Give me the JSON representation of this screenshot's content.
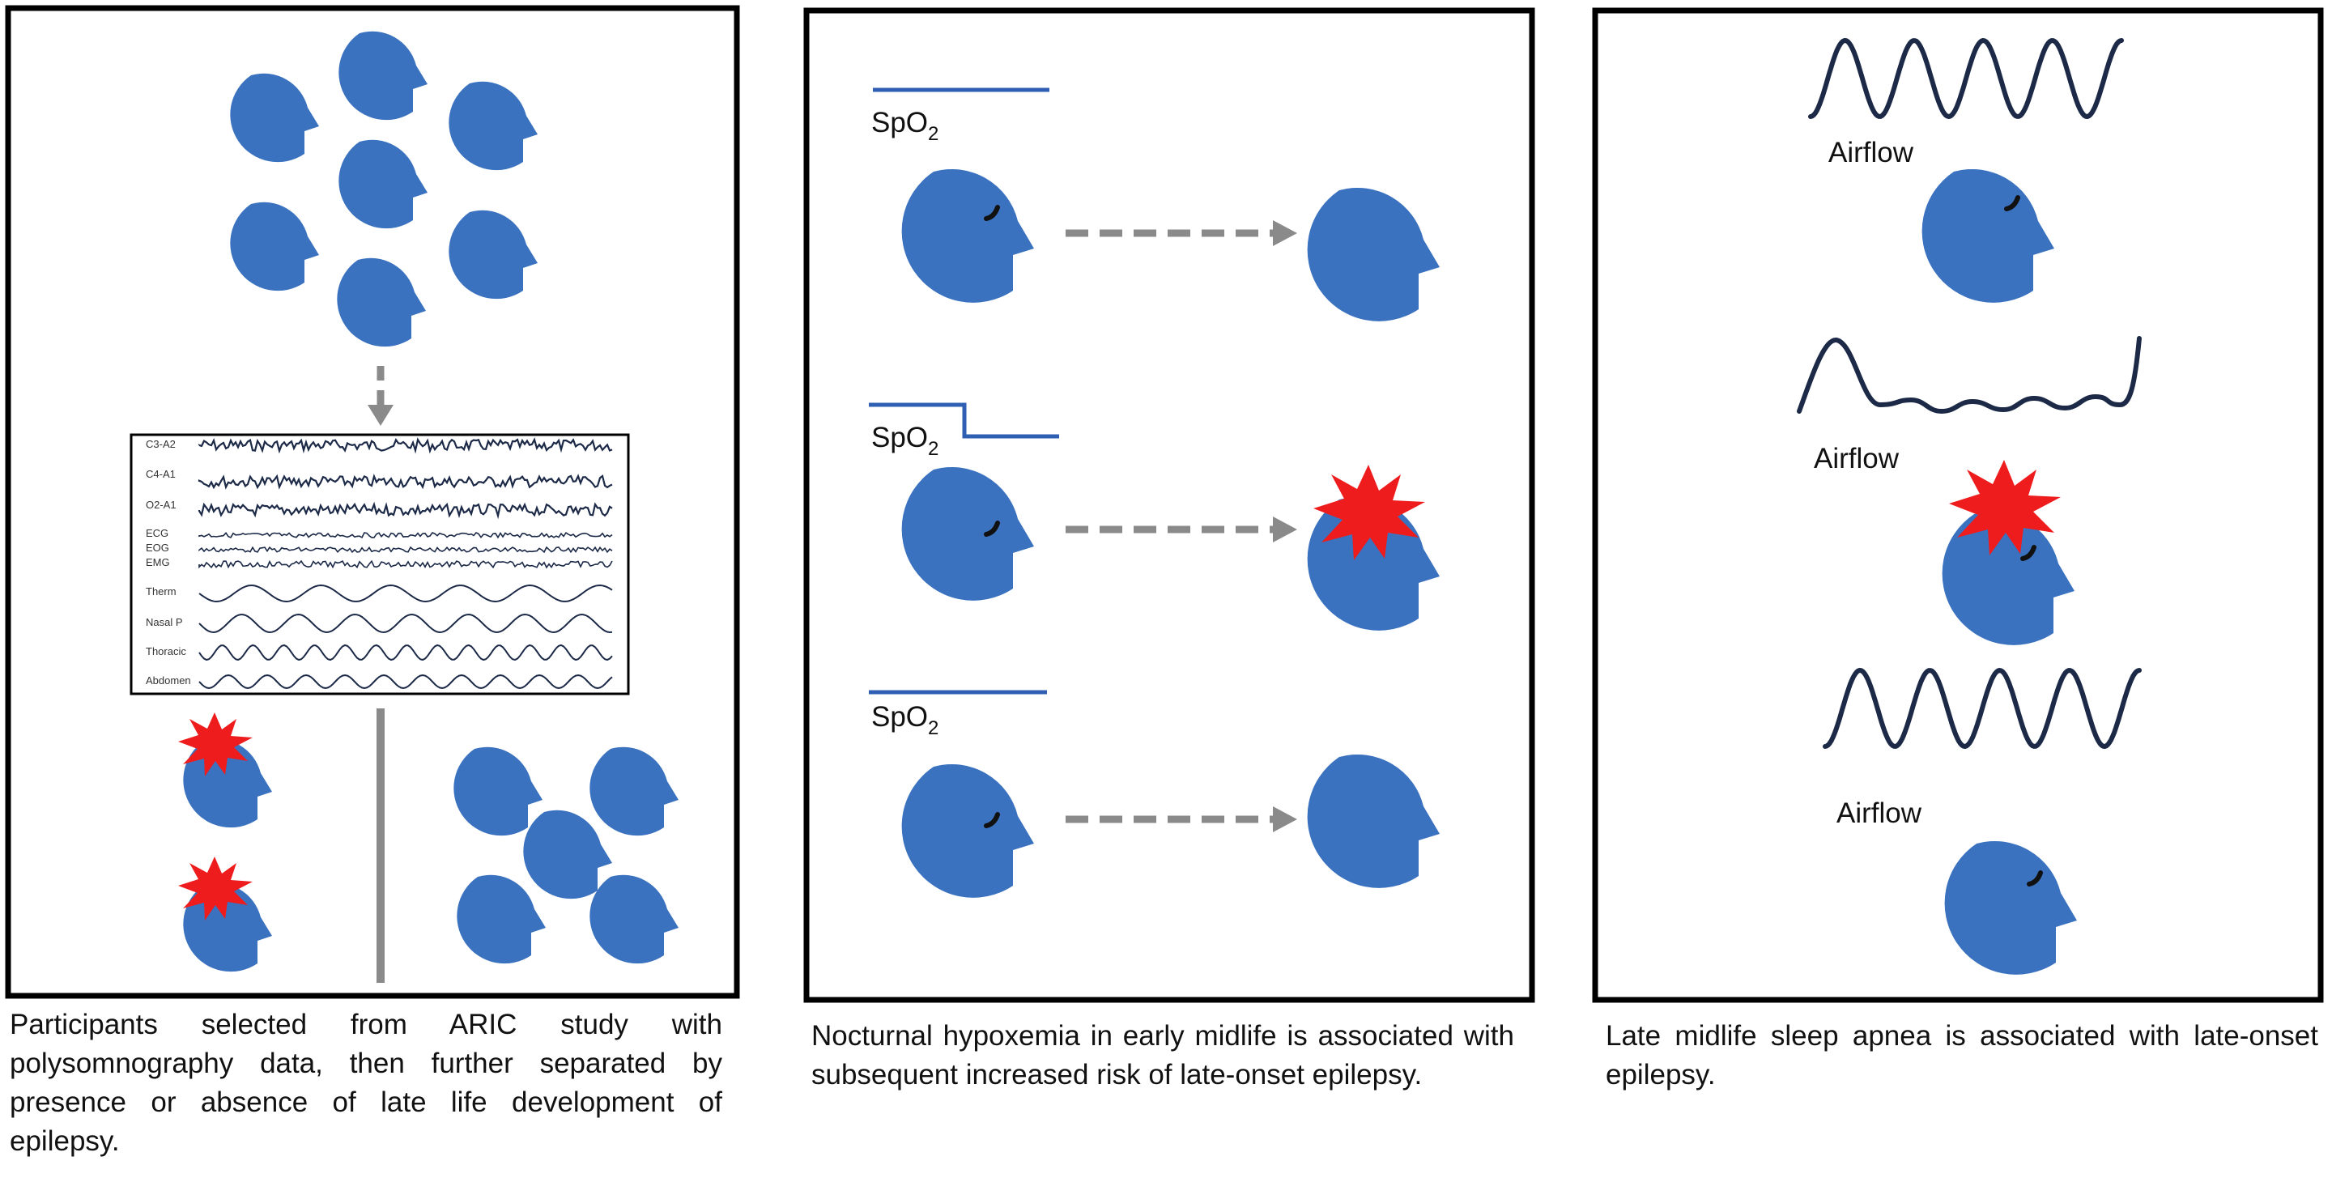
{
  "colors": {
    "head": "#3a72c0",
    "burst": "#ee1c1c",
    "arrow": "#8a8a8a",
    "wave": "#1c2a48",
    "spo2_line": "#2f5fb3",
    "frame": "#000000"
  },
  "panel1": {
    "trace_labels": [
      "C3-A2",
      "C4-A1",
      "O2-A1",
      "ECG",
      "EOG",
      "EMG",
      "Therm",
      "Nasal P",
      "Thoracic",
      "Abdomen"
    ],
    "caption": "Participants selected from ARIC study with polysomnography data, then further separated by presence or absence of late life development of epilepsy."
  },
  "panel2": {
    "spo2_label_main": "SpO",
    "spo2_label_sub": "2",
    "caption": "Nocturnal hypoxemia in early midlife is associated with subsequent increased risk of late-onset epilepsy."
  },
  "panel3": {
    "airflow_label": "Airflow",
    "caption": "Late midlife sleep apnea is associated with late-onset epilepsy."
  }
}
